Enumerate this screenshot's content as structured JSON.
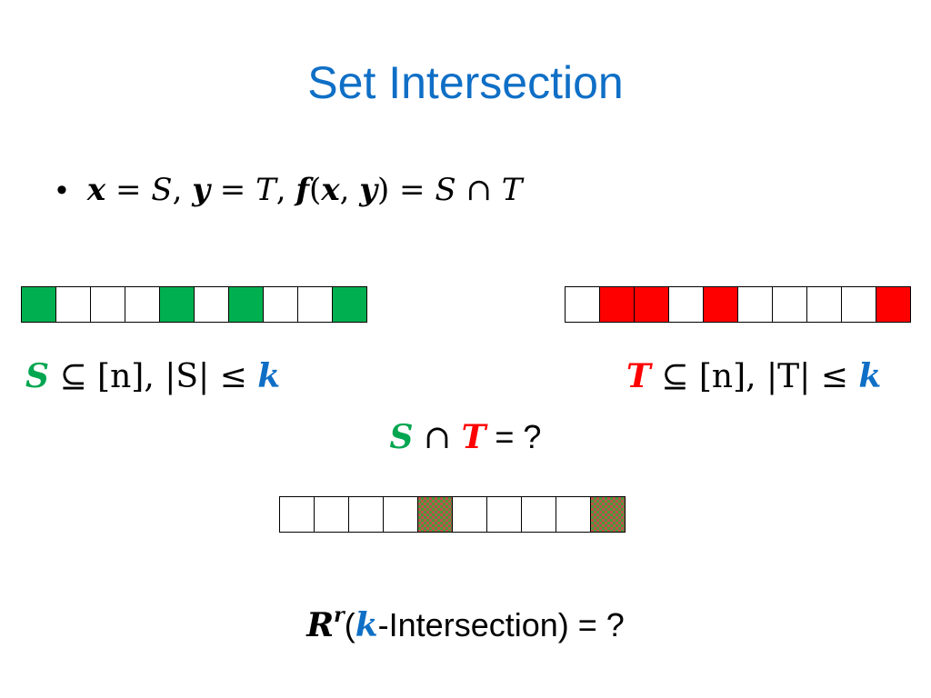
{
  "slide": {
    "title": "Set Intersection"
  },
  "bullet": {
    "marker": "•",
    "x": "x",
    "eq1": " = ",
    "S": "S",
    "comma1": ", ",
    "y": "y",
    "eq2": " = ",
    "T": "T",
    "comma2": ", ",
    "f": "f",
    "args_open": "(",
    "arg_x": "x",
    "arg_comma": ", ",
    "arg_y": "y",
    "args_close": ")",
    "eq3": " = ",
    "rhs": "S ∩ T"
  },
  "set_s": {
    "cells": [
      1,
      0,
      0,
      0,
      1,
      0,
      1,
      0,
      0,
      1
    ],
    "color": "#00b050",
    "caption": {
      "symbol": "S",
      "rest": " ⊆ [n], |S| ≤ ",
      "k": "k"
    }
  },
  "set_t": {
    "cells": [
      0,
      1,
      1,
      0,
      1,
      0,
      0,
      0,
      0,
      1
    ],
    "color": "#ff0000",
    "caption": {
      "symbol": "T",
      "rest": " ⊆ [n], |T| ≤ ",
      "k": "k"
    }
  },
  "question": {
    "s": "S",
    "cap": " ∩ ",
    "t": "T",
    "rest": " = ?"
  },
  "intersection": {
    "cells": [
      0,
      0,
      0,
      0,
      1,
      0,
      0,
      0,
      0,
      1
    ]
  },
  "bottom": {
    "R": "R",
    "sup": "r",
    "open": "(",
    "k": "k",
    "rest": "-Intersection) = ?"
  },
  "colors": {
    "title_blue": "#0f6fc6",
    "green": "#00a650",
    "red": "#ff0000"
  }
}
